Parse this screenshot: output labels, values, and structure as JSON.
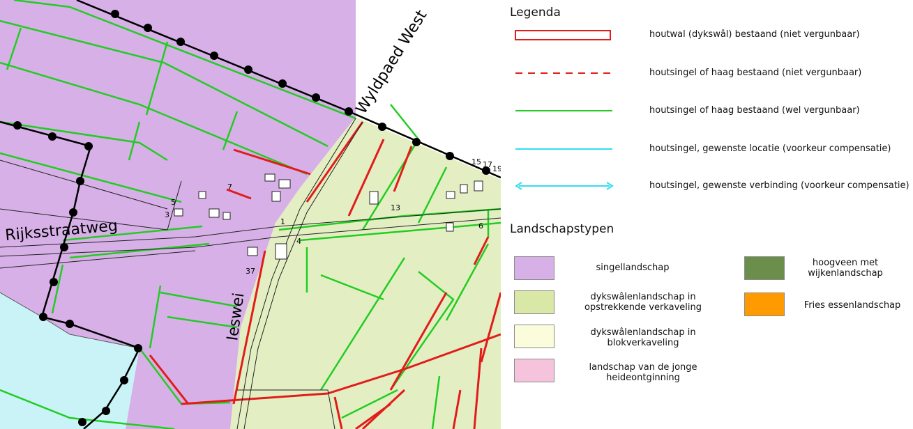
{
  "map": {
    "street_labels": {
      "wyldpaed_west": "Wyldpaed West",
      "rijksstraatweg": "Rijksstraatweg",
      "ieswei": "Ieswei"
    },
    "house_numbers": {
      "n15": "15",
      "n17": "17",
      "n19": "19",
      "n13": "13",
      "n6": "6",
      "n7": "7",
      "n5": "5",
      "n3": "3",
      "n1": "1",
      "n4": "4",
      "n37": "37"
    }
  },
  "legend": {
    "title": "Legenda",
    "line_items": [
      {
        "label": "houtwal (dykswâl) bestaand (niet vergunbaar)",
        "symbol": "double-red"
      },
      {
        "label": "houtsingel of haag bestaand (niet vergunbaar)",
        "symbol": "dashed-red"
      },
      {
        "label": "houtsingel of haag bestaand (wel vergunbaar)",
        "symbol": "solid-green"
      },
      {
        "label": "houtsingel, gewenste locatie (voorkeur compensatie)",
        "symbol": "solid-cyan"
      },
      {
        "label": "houtsingel, gewenste verbinding (voorkeur compensatie)",
        "symbol": "arrow-cyan"
      }
    ],
    "landscape_title": "Landschapstypen",
    "landscape_types": [
      {
        "label_line1": "singellandschap",
        "label_line2": "",
        "color": "#d7b0e7"
      },
      {
        "label_line1": "dykswâlenlandschap in",
        "label_line2": "opstrekkende verkaveling",
        "color": "#d9e8a7"
      },
      {
        "label_line1": "dykswâlenlandschap in",
        "label_line2": "blokverkaveling",
        "color": "#fafcdc"
      },
      {
        "label_line1": "landschap van de jonge",
        "label_line2": "heideontginning",
        "color": "#f6c3dc"
      },
      {
        "label_line1": "hoogveen met",
        "label_line2": "wijkenlandschap",
        "color": "#6b8e4b"
      },
      {
        "label_line1": "Fries essenlandschap",
        "label_line2": "",
        "color": "#ff9a00"
      }
    ]
  },
  "colors": {
    "existing_wall_red": "#e21b1b",
    "hedge_green": "#22cc22",
    "wish_cyan": "#33ddee",
    "boundary_black": "#000000",
    "water": "#c9f3f6"
  }
}
